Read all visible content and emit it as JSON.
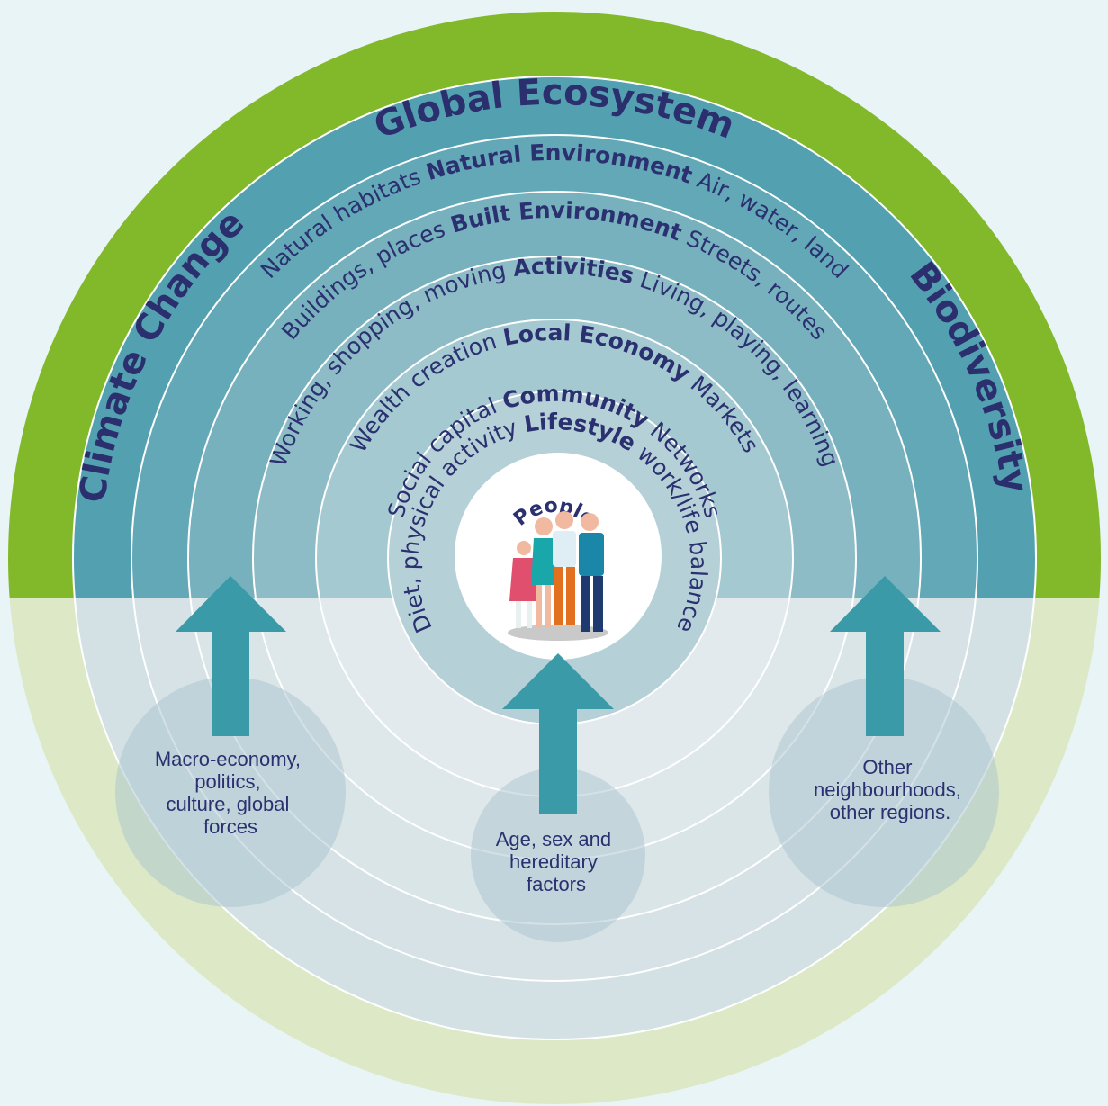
{
  "outer": {
    "top": "Global Ecosystem",
    "left": "Climate Change",
    "right": "Biodiversity"
  },
  "rings": [
    {
      "left": "Natural habitats ",
      "center": "Natural Environment",
      "right": " Air, water, land"
    },
    {
      "left": "Buildings, places ",
      "center": "Built Environment",
      "right": " Streets, routes"
    },
    {
      "left": "Working, shopping, moving ",
      "center": "Activities",
      "right": " Living, playing, learning"
    },
    {
      "left": "Wealth creation ",
      "center": "Local Economy",
      "right": " Markets"
    },
    {
      "left": "Social capital ",
      "center": "Community",
      "right": " Networks"
    },
    {
      "left": "Diet, physical activity ",
      "center": "Lifestyle",
      "right": " work/life balance"
    }
  ],
  "center": {
    "label": "People"
  },
  "factors": {
    "left": [
      "Macro-economy,",
      "politics,",
      "culture, global",
      "forces"
    ],
    "middle": [
      "Age, sex and",
      "hereditary",
      "factors"
    ],
    "right": [
      "Other",
      "neighbourhoods,",
      "other regions."
    ]
  },
  "colors": {
    "outer_green": "#82b92a",
    "lower_green": "#dde9c6",
    "teal_dark": "#52a0af",
    "arrow": "#3a9aa8",
    "text": "#2b3070"
  }
}
